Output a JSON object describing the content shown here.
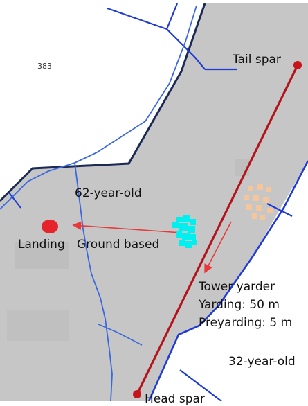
{
  "map": {
    "stand_id": "383",
    "stand_ages": {
      "old": "62-year-old",
      "young": "32-year-old"
    },
    "spars": {
      "tail": "Tail spar",
      "head": "Head spar"
    },
    "landing": {
      "label_landing": "Landing",
      "label_ground": "Ground based"
    },
    "yarder": {
      "type": "Tower yarder",
      "yarding": "Yarding: 50 m",
      "preyarding": "Preyarding: 5 m"
    },
    "colors": {
      "stand_fill": "#c6c6c6",
      "stand_boundary": "#1b2a55",
      "road_blue": "#1f3bd4",
      "stream_blue": "#3a68dc",
      "cable_line": "#b3141b",
      "spar_marker": "#c8141b",
      "landing_marker": "#e5252b",
      "ground_arrow": "#e8383a",
      "ground_based_area": "#00f0f0",
      "preyarding_area": "#f7c59a"
    }
  }
}
